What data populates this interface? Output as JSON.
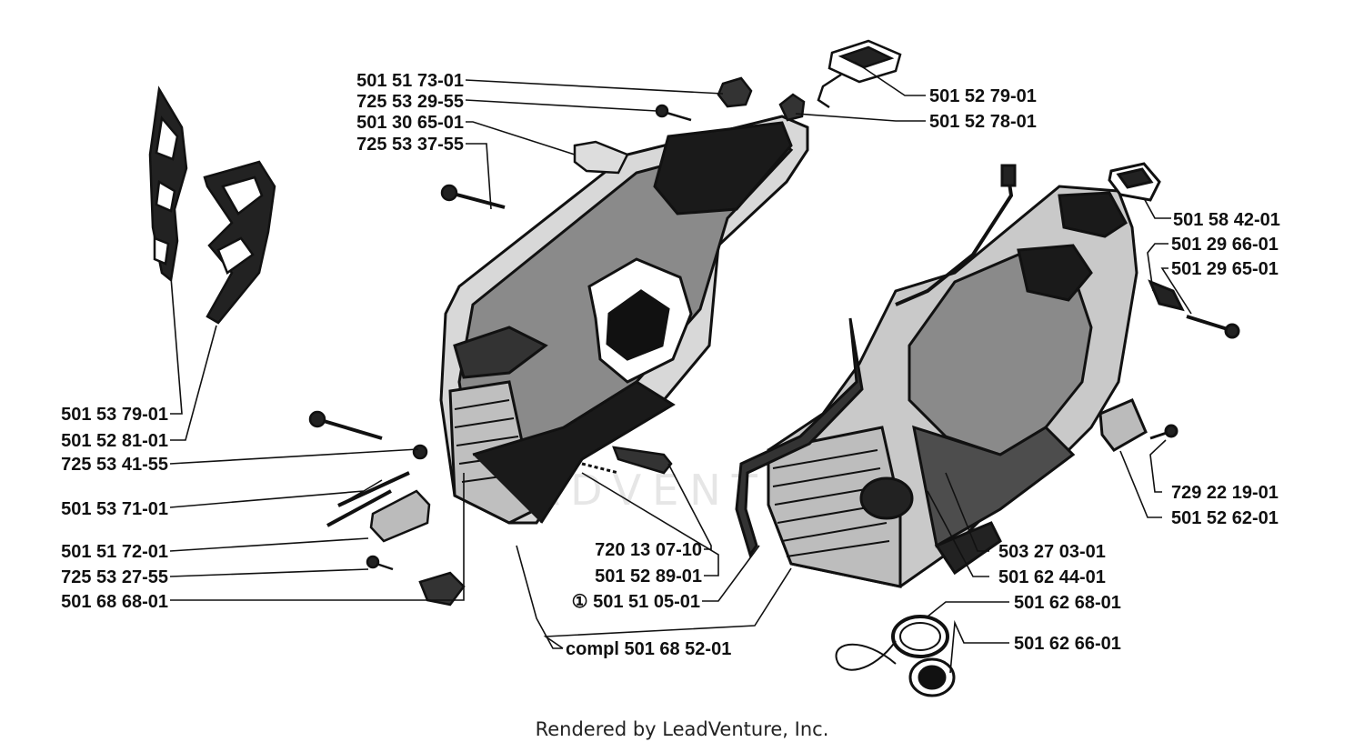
{
  "watermark": "LEADVENTURE",
  "footer": "Rendered by LeadVenture, Inc.",
  "parts": {
    "p01": "501 51 73-01",
    "p02": "725 53 29-55",
    "p03": "501 30 65-01",
    "p04": "725 53 37-55",
    "p05": "501 52 79-01",
    "p06": "501 52 78-01",
    "p07": "501 58 42-01",
    "p08": "501 29 66-01",
    "p09": "501 29 65-01",
    "p10": "501 53 79-01",
    "p11": "501 52 81-01",
    "p12": "725 53 41-55",
    "p13": "501 53 71-01",
    "p14": "501 51 72-01",
    "p15": "725 53 27-55",
    "p16": "501 68 68-01",
    "p17": "720 13 07-10",
    "p18": "501 52 89-01",
    "p19": "① 501 51 05-01",
    "p20": "compl 501 68 52-01",
    "p21": "729 22 19-01",
    "p22": "501 52 62-01",
    "p23": "503 27 03-01",
    "p24": "501 62 44-01",
    "p25": "501 62 68-01",
    "p26": "501 62 66-01"
  }
}
